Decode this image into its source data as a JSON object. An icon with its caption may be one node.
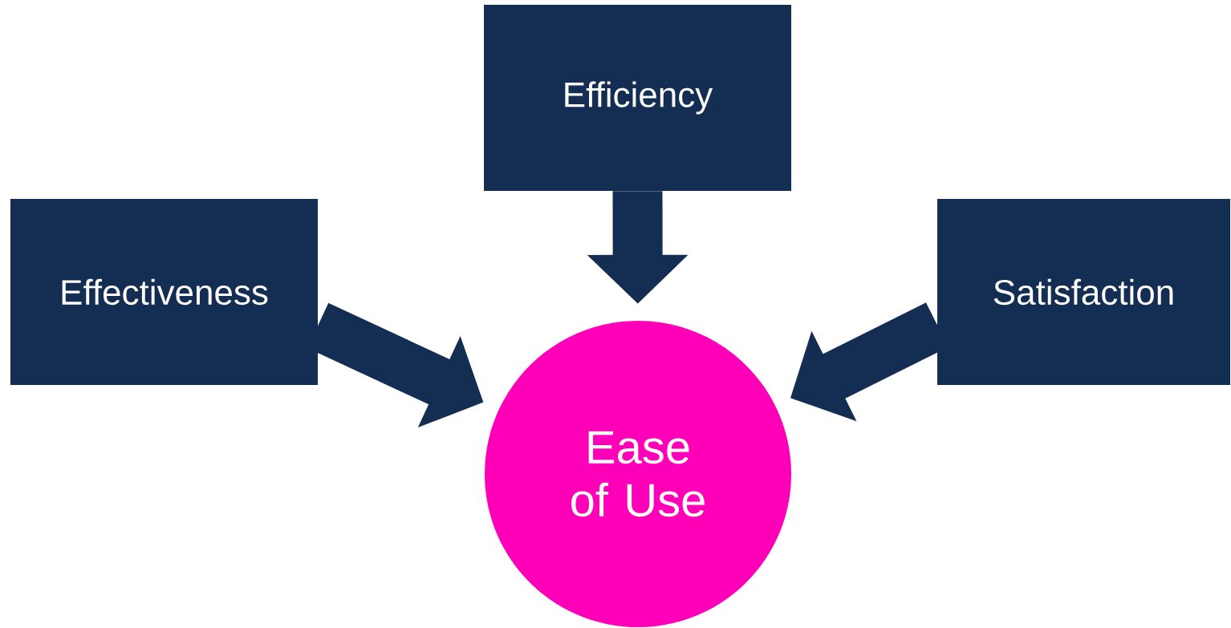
{
  "diagram": {
    "nodes": [
      {
        "text": [
          "Efficiency"
        ]
      },
      {
        "text": [
          "Effectiveness"
        ]
      },
      {
        "text": [
          "Satisfaction"
        ]
      },
      {
        "text": [
          "Ease of Use"
        ]
      }
    ],
    "edges": [
      {
        "from": 0,
        "to": 3,
        "arrow": "to"
      },
      {
        "from": 1,
        "to": 3,
        "arrow": "to"
      },
      {
        "from": 2,
        "to": 3,
        "arrow": "to"
      }
    ]
  }
}
